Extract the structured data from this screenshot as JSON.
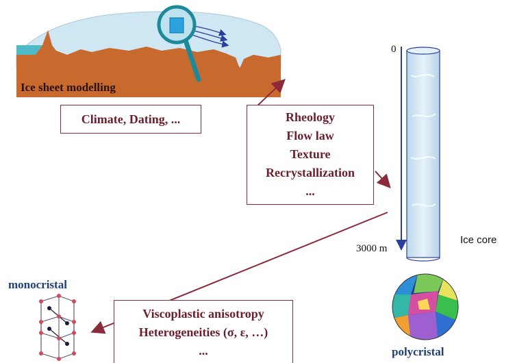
{
  "ice_sheet": {
    "label": "Ice sheet modelling"
  },
  "climate_box": {
    "text": "Climate, Dating, ..."
  },
  "properties_box": {
    "lines": [
      "Rheology",
      "Flow law",
      "Texture",
      "Recrystallization",
      "..."
    ]
  },
  "ice_core": {
    "top_label": "0",
    "bottom_label": "3000 m",
    "side_label": "Ice core"
  },
  "mono": {
    "label": "monocristal"
  },
  "poly": {
    "label": "polycristal"
  },
  "aniso_box": {
    "lines": [
      "Viscoplastic anisotropy",
      "Heterogeneities (σ, ε, …)",
      "..."
    ]
  },
  "colors": {
    "ice": "#cfe6f3",
    "bedrock": "#c86a2e",
    "accent": "#6b1e2c",
    "blue_text": "#1f3f7a"
  }
}
